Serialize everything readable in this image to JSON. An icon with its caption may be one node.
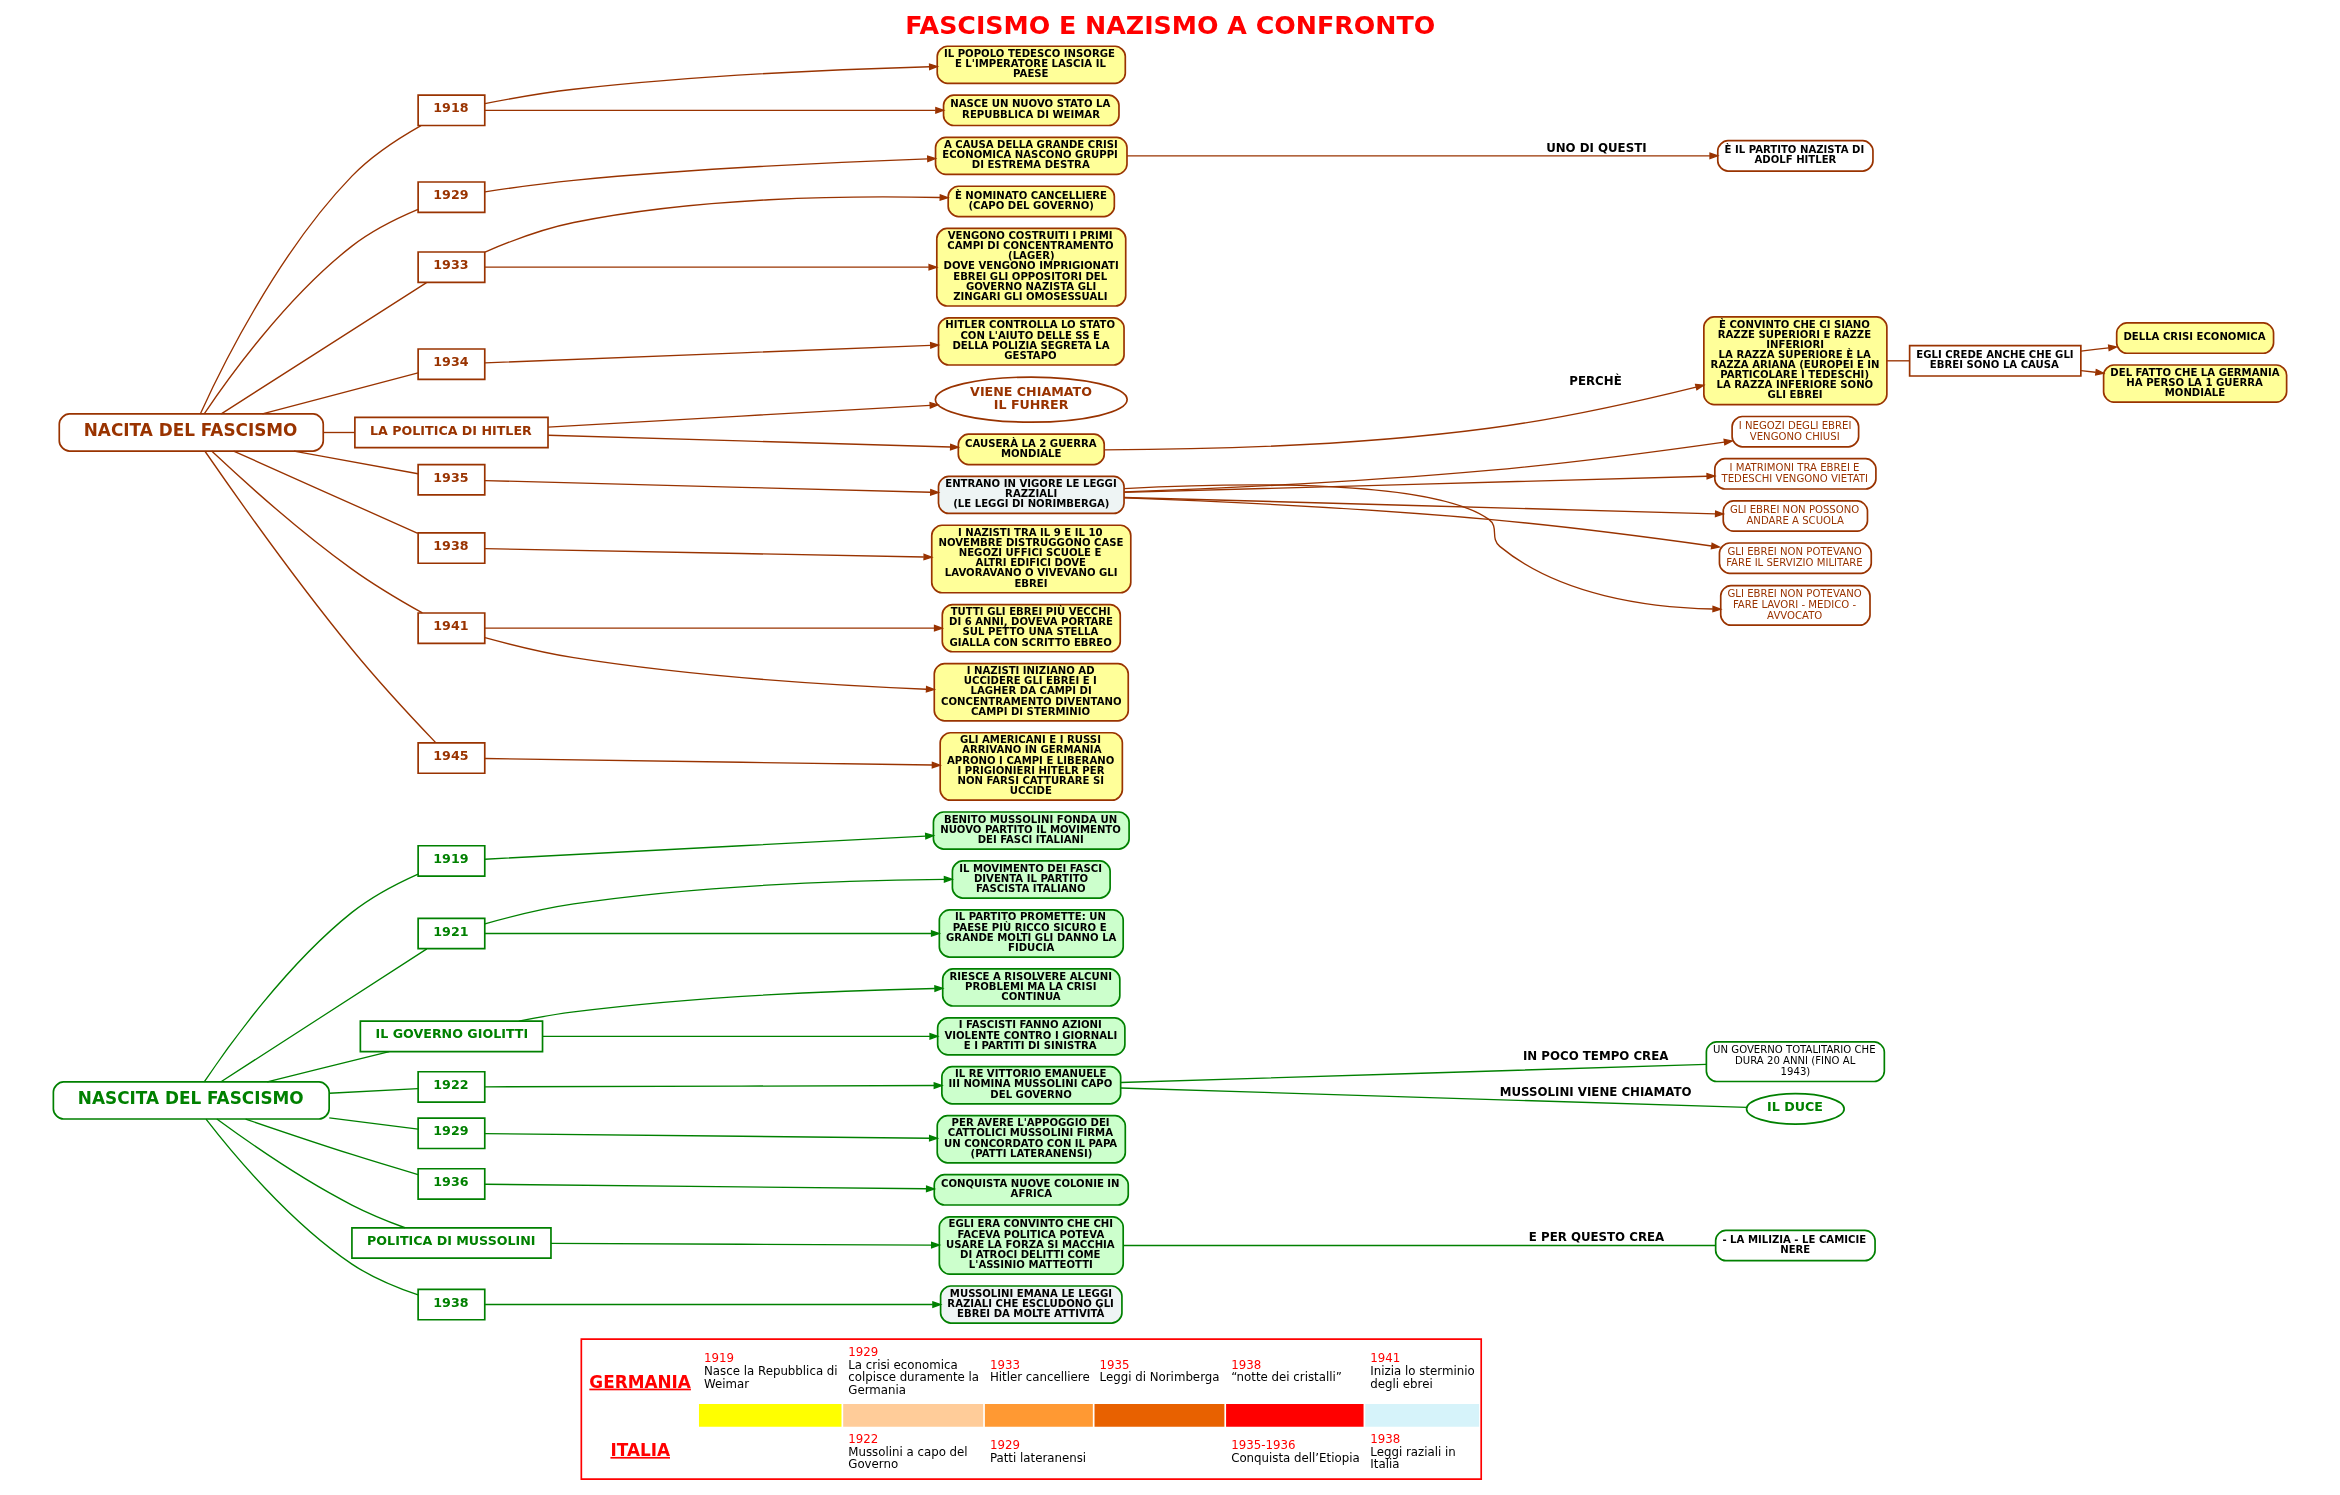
{
  "diagram": {
    "title": "FASCISMO E NAZISMO A CONFRONTO",
    "nodes": [
      {
        "text": [
          "NASCITA DEL FASCISMO"
        ]
      },
      {
        "text": [
          "1919"
        ]
      },
      {
        "text": [
          "BENITO MUSSOLINI FONDA UN NUOVO PARTITO IL MOVIMENTO DEI FASCI ITALIANI"
        ]
      },
      {
        "text": [
          "1921"
        ]
      },
      {
        "text": [
          "IL MOVIMENTO DEI FASCI DIVENTA IL PARTITO FASCISTA ITALIANO"
        ]
      },
      {
        "text": [
          "IL PARTITO PROMETTE: UN PAESE PIÙ RICCO SICURO E GRANDE MOLTI GLI DANNO LA FIDUCIA"
        ]
      },
      {
        "text": [
          "IL GOVERNO GIOLITTI"
        ]
      },
      {
        "text": [
          "RIESCE A RISOLVERE ALCUNI PROBLEMI MA LA CRISI CONTINUA"
        ]
      },
      {
        "text": [
          "I FASCISTI FANNO AZIONI VIOLENTE CONTRO I GIORNALI E I PARTITI DI SINISTRA"
        ]
      },
      {
        "text": [
          "1922"
        ]
      },
      {
        "text": [
          "IL RE VITTORIO EMANUELE III NOMINA MUSSOLINI CAPO DEL GOVERNO"
        ]
      },
      {
        "text": [
          "UN GOVERNO TOTALITARIO CHE DURA 20 ANNI (FINO AL 1943)"
        ]
      },
      {
        "text": [
          "IL DUCE"
        ]
      },
      {
        "text": [
          "1929"
        ]
      },
      {
        "text": [
          "PER AVERE L'APPOGGIO DEI CATTOLICI MUSSOLINI FIRMA UN CONCORDATO CON IL PAPA (PATTI LATERANENSI)"
        ]
      },
      {
        "text": [
          "1936"
        ]
      },
      {
        "text": [
          "CONQUISTA NUOVE COLONIE IN AFRICA"
        ]
      },
      {
        "text": [
          "POLITICA DI MUSSOLINI"
        ]
      },
      {
        "text": [
          "EGLI ERA CONVINTO CHE CHI FACEVA POLITICA POTEVA USARE LA FORZA SI MACCHIA DI ATROCI DELITTI COME L'ASSINIO MATTEOTTI"
        ]
      },
      {
        "text": [
          "- LA MILIZIA - LE CAMICIE NERE"
        ]
      },
      {
        "text": [
          "1938"
        ]
      },
      {
        "text": [
          "MUSSOLINI EMANA LE LEGGI RAZIALI CHE ESCLUDONO GLI EBREI DA MOLTE ATTIVITÀ"
        ]
      },
      {
        "text": [
          "NACITA DEL FASCISMO"
        ]
      },
      {
        "text": [
          "1918"
        ]
      },
      {
        "text": [
          "IL POPOLO TEDESCO INSORGE E L'IMPERATORE LASCIA IL PAESE"
        ]
      },
      {
        "text": [
          "NASCE UN NUOVO STATO LA REPUBBLICA DI WEIMAR"
        ]
      },
      {
        "text": [
          "1929"
        ]
      },
      {
        "text": [
          "A CAUSA DELLA GRANDE CRISI ECONOMICA NASCONO GRUPPI DI ESTREMA DESTRA"
        ]
      },
      {
        "text": [
          "È IL PARTITO NAZISTA DI ADOLF HITLER"
        ]
      },
      {
        "text": [
          "1933"
        ]
      },
      {
        "text": [
          "È NOMINATO CANCELLIERE (CAPO DEL GOVERNO)"
        ]
      },
      {
        "text": [
          "VENGONO COSTRUITI I PRIMI CAMPI DI CONCENTRAMENTO",
          "(LAGER)",
          "DOVE VENGONO IMPRIGIONATI EBREI GLI OPPOSITORI DEL GOVERNO NAZISTA GLI ZINGARI GLI OMOSESSUALI"
        ]
      },
      {
        "text": [
          "1934"
        ]
      },
      {
        "text": [
          "HITLER CONTROLLA LO STATO CON L'AIUTO DELLE SS E DELLA POLIZIA SEGRETA LA GESTAPO"
        ]
      },
      {
        "text": [
          "LA POLITICA DI HITLER"
        ]
      },
      {
        "text": [
          "VIENE CHIAMATO",
          "IL FUHRER"
        ]
      },
      {
        "text": [
          "CAUSERÀ LA 2 GUERRA MONDIALE"
        ]
      },
      {
        "text": [
          "È CONVINTO CHE CI SIANO RAZZE SUPERIORI E RAZZE INFERIORI",
          "LA RAZZA SUPERIORE È LA RAZZA ARIANA (EUROPEI E IN PARTICOLARE I TEDESCHI)",
          "LA RAZZA INFERIORE SONO GLI EBREI"
        ]
      },
      {
        "text": [
          "EGLI CREDE ANCHE CHE GLI EBREI SONO LA CAUSA"
        ]
      },
      {
        "text": [
          "DELLA CRISI ECONOMICA"
        ]
      },
      {
        "text": [
          "DEL FATTO CHE LA GERMANIA HA PERSO LA 1 GUERRA MONDIALE"
        ]
      },
      {
        "text": [
          "1935"
        ]
      },
      {
        "text": [
          "ENTRANO IN VIGORE LE LEGGI RAZZIALI",
          "(LE LEGGI DI NORIMBERGA)"
        ]
      },
      {
        "text": [
          "I NEGOZI DEGLI EBREI VENGONO CHIUSI"
        ]
      },
      {
        "text": [
          "I MATRIMONI TRA EBREI E TEDESCHI VENGONO VIETATI"
        ]
      },
      {
        "text": [
          "GLI EBREI NON POSSONO ANDARE A SCUOLA"
        ]
      },
      {
        "text": [
          "GLI EBREI NON POTEVANO FARE IL SERVIZIO MILITARE"
        ]
      },
      {
        "text": [
          "GLI EBREI NON POTEVANO FARE LAVORI - MEDICO - AVVOCATO"
        ]
      },
      {
        "text": [
          "1938"
        ]
      },
      {
        "text": [
          "I NAZISTI TRA IL 9 E IL 10 NOVEMBRE DISTRUGGONO CASE NEGOZI UFFICI SCUOLE E ALTRI EDIFICI DOVE LAVORAVANO O VIVEVANO GLI EBREI"
        ]
      },
      {
        "text": [
          "1941"
        ]
      },
      {
        "text": [
          "TUTTI GLI EBREI PIÙ VECCHI DI 6 ANNI, DOVEVA PORTARE SUL PETTO UNA STELLA GIALLA CON SCRITTO EBREO"
        ]
      },
      {
        "text": [
          "I NAZISTI INIZIANO AD UCCIDERE GLI EBREI E I LAGHER DA CAMPI DI CONCENTRAMENTO DIVENTANO CAMPI DI STERMINIO"
        ]
      },
      {
        "text": [
          "1945"
        ]
      },
      {
        "text": [
          "GLI AMERICANI E I RUSSI ARRIVANO IN GERMANIA APRONO I CAMPI E LIBERANO I PRIGIONIERI HITELR PER NON FARSI CATTURARE SI UCCIDE"
        ]
      }
    ],
    "edges": [
      {
        "from": 0,
        "to": 1,
        "arrow": "none",
        "color": "#008000"
      },
      {
        "from": 1,
        "to": 2,
        "arrow": "to",
        "color": "#008000"
      },
      {
        "from": 0,
        "to": 3,
        "arrow": "none",
        "color": "#008000"
      },
      {
        "from": 3,
        "to": 4,
        "arrow": "to",
        "color": "#008000"
      },
      {
        "from": 3,
        "to": 5,
        "arrow": "to",
        "color": "#008000"
      },
      {
        "from": 0,
        "to": 6,
        "arrow": "none",
        "color": "#008000"
      },
      {
        "from": 6,
        "to": 7,
        "arrow": "to",
        "color": "#008000"
      },
      {
        "from": 6,
        "to": 8,
        "arrow": "to",
        "color": "#008000"
      },
      {
        "from": 0,
        "to": 9,
        "arrow": "none",
        "color": "#008000"
      },
      {
        "from": 9,
        "to": 10,
        "arrow": "to",
        "color": "#008000"
      },
      {
        "from": 10,
        "to": 11,
        "arrow": "none",
        "label": "IN POCO TEMPO CREA",
        "color": "#008000"
      },
      {
        "from": 10,
        "to": 12,
        "arrow": "none",
        "label": "MUSSOLINI VIENE CHIAMATO",
        "color": "#008000"
      },
      {
        "from": 0,
        "to": 13,
        "arrow": "none",
        "color": "#008000"
      },
      {
        "from": 13,
        "to": 14,
        "arrow": "to",
        "color": "#008000"
      },
      {
        "from": 0,
        "to": 15,
        "arrow": "none",
        "color": "#008000"
      },
      {
        "from": 15,
        "to": 16,
        "arrow": "to",
        "color": "#008000"
      },
      {
        "from": 0,
        "to": 17,
        "arrow": "none",
        "color": "#008000"
      },
      {
        "from": 17,
        "to": 18,
        "arrow": "to",
        "color": "#008000"
      },
      {
        "from": 18,
        "to": 19,
        "arrow": "none",
        "label": "E PER QUESTO CREA",
        "color": "#008000"
      },
      {
        "from": 0,
        "to": 20,
        "arrow": "none",
        "color": "#008000"
      },
      {
        "from": 20,
        "to": 21,
        "arrow": "to",
        "color": "#008000"
      },
      {
        "from": 22,
        "to": 23,
        "arrow": "none"
      },
      {
        "from": 23,
        "to": 24,
        "arrow": "to"
      },
      {
        "from": 23,
        "to": 25,
        "arrow": "to"
      },
      {
        "from": 22,
        "to": 26,
        "arrow": "none"
      },
      {
        "from": 26,
        "to": 27,
        "arrow": "to"
      },
      {
        "from": 27,
        "to": 28,
        "arrow": "to",
        "label": "UNO DI QUESTI"
      },
      {
        "from": 22,
        "to": 29,
        "arrow": "none"
      },
      {
        "from": 29,
        "to": 30,
        "arrow": "to"
      },
      {
        "from": 29,
        "to": 31,
        "arrow": "to"
      },
      {
        "from": 22,
        "to": 32,
        "arrow": "none"
      },
      {
        "from": 32,
        "to": 33,
        "arrow": "to"
      },
      {
        "from": 22,
        "to": 34,
        "arrow": "none"
      },
      {
        "from": 34,
        "to": 35,
        "arrow": "to"
      },
      {
        "from": 34,
        "to": 36,
        "arrow": "to"
      },
      {
        "from": 36,
        "to": 37,
        "arrow": "to",
        "label": "PERCHÈ"
      },
      {
        "from": 37,
        "to": 38,
        "arrow": "none"
      },
      {
        "from": 38,
        "to": 39,
        "arrow": "to"
      },
      {
        "from": 38,
        "to": 40,
        "arrow": "to"
      },
      {
        "from": 22,
        "to": 41,
        "arrow": "none"
      },
      {
        "from": 41,
        "to": 42,
        "arrow": "to"
      },
      {
        "from": 42,
        "to": 43,
        "arrow": "to"
      },
      {
        "from": 42,
        "to": 44,
        "arrow": "to"
      },
      {
        "from": 42,
        "to": 45,
        "arrow": "to"
      },
      {
        "from": 42,
        "to": 46,
        "arrow": "to"
      },
      {
        "from": 42,
        "to": 47,
        "arrow": "to"
      },
      {
        "from": 22,
        "to": 48,
        "arrow": "none"
      },
      {
        "from": 48,
        "to": 49,
        "arrow": "to"
      },
      {
        "from": 22,
        "to": 50,
        "arrow": "none"
      },
      {
        "from": 50,
        "to": 51,
        "arrow": "to"
      },
      {
        "from": 50,
        "to": 52,
        "arrow": "to"
      },
      {
        "from": 22,
        "to": 53,
        "arrow": "none"
      },
      {
        "from": 53,
        "to": 54,
        "arrow": "to"
      }
    ],
    "labels": [
      "GERMANIA",
      "1919",
      "Nasce la Repubblica di Weimar",
      "1929",
      "La crisi economica colpisce duramente la Germania",
      "1933",
      "Hitler cancelliere",
      "1935",
      "Leggi di Norimberga",
      "1938",
      "“notte dei cristalli”",
      "1941",
      "Inizia lo sterminio degli ebrei",
      "ITALIA",
      "1922",
      "Mussolini a capo del Governo",
      "1929",
      "Patti lateranensi",
      "1935-1936",
      "Conquista dell’Etiopia",
      "1938",
      "Leggi raziali in Italia"
    ]
  }
}
